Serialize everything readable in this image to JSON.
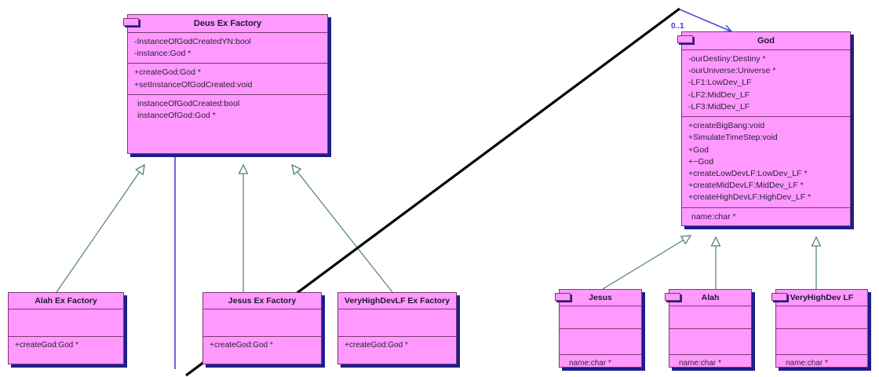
{
  "diagram": {
    "type": "uml-class-diagram",
    "title": "Deus Ex Factory / God abstract factory class diagram",
    "background": "#ffffff",
    "class_fill": "#ff99ff",
    "class_border": "#7a3a6e",
    "class_shadow": "#1d1d8c",
    "inheritance_line_color": "#4f7f7a",
    "association_line_color": "#4343d6",
    "annotation_line_color": "#000000"
  },
  "classes": {
    "deus_ex_factory": {
      "name": "Deus Ex Factory",
      "attributes": [
        "-InstanceOfGodCreatedYN:bool",
        "-instance:God *"
      ],
      "operations": [
        "+createGod:God *",
        "+setInstanceOfGodCreated:void"
      ],
      "extras": [
        "instanceOfGodCreated:bool",
        "instanceOfGod:God *"
      ]
    },
    "god": {
      "name": "God",
      "attributes": [
        "-ourDestiny:Destiny *",
        "-ourUniverse:Universe *",
        "-LF1:LowDev_LF",
        "-LF2:MidDev_LF",
        "-LF3:MidDev_LF"
      ],
      "operations": [
        "+createBigBang:void",
        "+SimulateTimeStep:void",
        "+God",
        "+~God",
        "+createLowDevLF:LowDev_LF *",
        "+createMidDevLF:MidDev_LF *",
        "+createHighDevLF:HighDev_LF *"
      ],
      "extras": [
        "name:char *"
      ]
    },
    "alah_ex_factory": {
      "name": "Alah Ex Factory",
      "attributes": [],
      "operations": [
        "+createGod:God *"
      ]
    },
    "jesus_ex_factory": {
      "name": "Jesus Ex Factory",
      "attributes": [],
      "operations": [
        "+createGod:God *"
      ]
    },
    "veryhighdevlf_ex_factory": {
      "name": "VeryHighDevLF Ex Factory",
      "attributes": [],
      "operations": [
        "+createGod:God *"
      ]
    },
    "jesus": {
      "name": "Jesus",
      "attributes": [],
      "operations": [],
      "extras": [
        "name:char *"
      ]
    },
    "alah": {
      "name": "Alah",
      "attributes": [],
      "operations": [],
      "extras": [
        "name:char *"
      ]
    },
    "veryhighdev_lf": {
      "name": "VeryHighDev LF",
      "attributes": [],
      "operations": [],
      "extras": [
        "name:char *"
      ]
    }
  },
  "relations": {
    "association_multiplicity": "0..1",
    "inheritances": [
      {
        "from": "Alah Ex Factory",
        "to": "Deus Ex Factory"
      },
      {
        "from": "Jesus Ex Factory",
        "to": "Deus Ex Factory"
      },
      {
        "from": "VeryHighDevLF Ex Factory",
        "to": "Deus Ex Factory"
      },
      {
        "from": "Jesus",
        "to": "God"
      },
      {
        "from": "Alah",
        "to": "God"
      },
      {
        "from": "VeryHighDev LF",
        "to": "God"
      }
    ],
    "associations": [
      {
        "from": "Deus Ex Factory",
        "to": "God",
        "multiplicity": "0..1"
      }
    ]
  }
}
